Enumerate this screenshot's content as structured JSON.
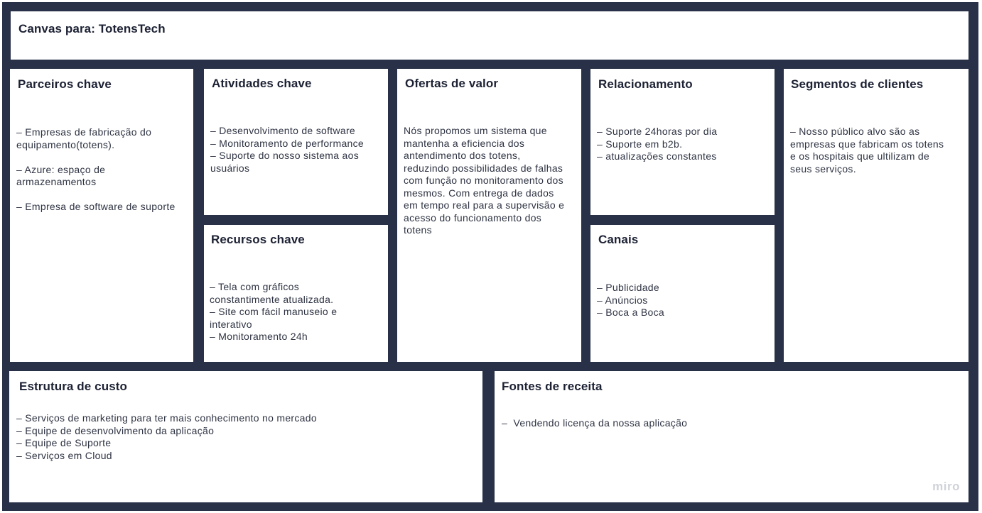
{
  "header": {
    "title": "Canvas para: TotensTech"
  },
  "cards": {
    "parceiros": {
      "title": "Parceiros chave",
      "lines": [
        "– Empresas de fabricação do",
        "equipamento(totens).",
        "",
        "– Azure: espaço de",
        "armazenamentos",
        "",
        "– Empresa de software de suporte"
      ]
    },
    "atividades": {
      "title": "Atividades chave",
      "lines": [
        "– Desenvolvimento de software",
        "– Monitoramento de performance",
        "– Suporte do nosso sistema aos",
        "usuários"
      ]
    },
    "recursos": {
      "title": "Recursos chave",
      "lines": [
        "– Tela com gráficos",
        "constantimente atualizada.",
        "– Site com fácil manuseio e",
        "interativo",
        "– Monitoramento 24h"
      ]
    },
    "ofertas": {
      "title": "Ofertas de valor",
      "lines": [
        "Nós propomos um sistema que",
        "mantenha a eficiencia dos",
        "antendimento dos totens,",
        "reduzindo possibilidades de falhas",
        "com função no monitoramento dos",
        "mesmos. Com entrega de dados",
        "em tempo real para a supervisão e",
        "acesso do funcionamento dos",
        "totens"
      ]
    },
    "relacionamento": {
      "title": "Relacionamento",
      "lines": [
        "– Suporte 24horas por dia",
        "– Suporte em b2b.",
        "– atualizações constantes"
      ]
    },
    "canais": {
      "title": "Canais",
      "lines": [
        "– Publicidade",
        "– Anúncios",
        "– Boca a Boca"
      ]
    },
    "segmentos": {
      "title": "Segmentos de clientes",
      "lines": [
        "– Nosso público alvo são as",
        "empresas que fabricam os totens",
        "e os hospitais que ultilizam de",
        "seus serviços."
      ]
    },
    "custo": {
      "title": "Estrutura de custo",
      "lines": [
        "– Serviços de marketing para ter mais conhecimento no mercado",
        "– Equipe de desenvolvimento da aplicação",
        "– Equipe de Suporte",
        "– Serviços em Cloud"
      ]
    },
    "receita": {
      "title": "Fontes de receita",
      "lines": [
        "–  Vendendo licença da nossa aplicação"
      ]
    }
  },
  "watermark": "miro",
  "colors": {
    "border": "#283148",
    "card": "#ffffff",
    "title": "#1c2133",
    "text": "#2f3443"
  }
}
